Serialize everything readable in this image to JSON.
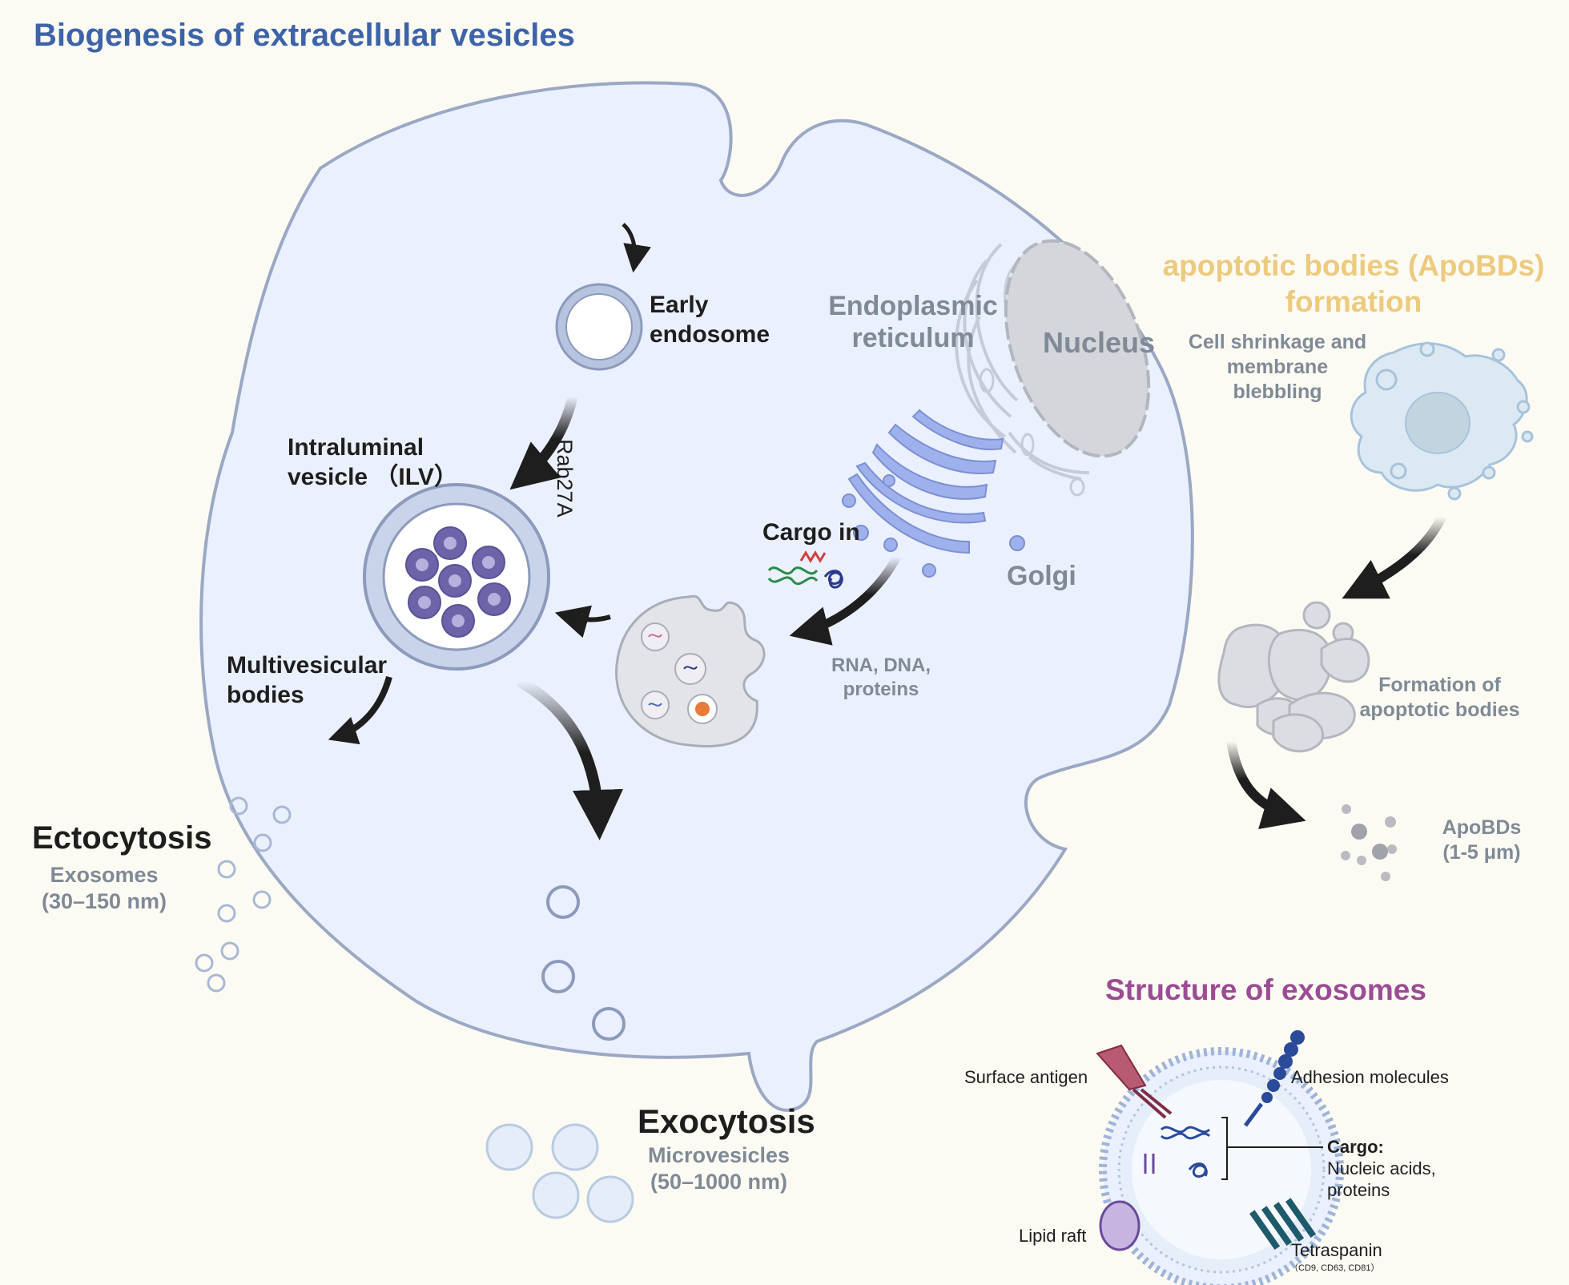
{
  "title": "Biogenesis of extracellular vesicles",
  "cell": {
    "early_endosome": [
      "Early",
      "endosome"
    ],
    "rab": "Rab27A",
    "ilv": [
      "Intraluminal",
      "vesicle （ILV）"
    ],
    "mvb": [
      "Multivesicular",
      "bodies"
    ],
    "er": [
      "Endoplasmic",
      "reticulum"
    ],
    "nucleus": "Nucleus",
    "golgi": "Golgi",
    "cargo_in": "Cargo in",
    "cargo_types": [
      "RNA, DNA,",
      "proteins"
    ]
  },
  "ectocytosis": {
    "title": "Ectocytosis",
    "subtitle": "Exosomes",
    "size": "(30–150 nm)"
  },
  "exocytosis": {
    "title": "Exocytosis",
    "subtitle": "Microvesicles",
    "size": "(50–1000 nm)"
  },
  "apoptotic": {
    "title": [
      "apoptotic bodies (ApoBDs)",
      "formation"
    ],
    "step1": [
      "Cell shrinkage and",
      "membrane",
      "blebbling"
    ],
    "step2": [
      "Formation of",
      "apoptotic bodies"
    ],
    "result": [
      "ApoBDs",
      "(1-5 μm)"
    ]
  },
  "structure": {
    "title": "Structure of exosomes",
    "surface_antigen": "Surface antigen",
    "adhesion": "Adhesion molecules",
    "cargo_title": "Cargo:",
    "cargo_items": [
      "Nucleic acids,",
      "proteins"
    ],
    "lipid_raft": "Lipid raft",
    "tetraspanin": "Tetraspanin",
    "tetraspanin_examples": "（CD9, CD63, CD81）"
  },
  "colors": {
    "title": "#3d63a8",
    "cell_fill": "#eaf0fd",
    "membrane": "#9aa8c4",
    "apo_title": "#ecca7e",
    "structure_title": "#9b4c94",
    "golgi": "#8c9ee0",
    "ilv": "#6c63a8"
  }
}
